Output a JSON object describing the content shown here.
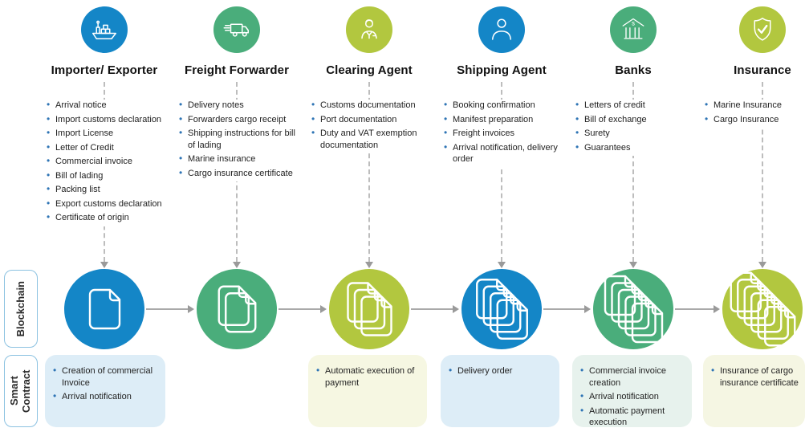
{
  "lanes": {
    "blockchain": "Blockchain",
    "smart_contract": "Smart Contract"
  },
  "colors": {
    "blue": "#1486c7",
    "green": "#4aad7b",
    "olive": "#b2c73f",
    "box_light_blue": "#ddedf7",
    "box_cream": "#f6f7e2",
    "box_pale_green": "#e7f2ed",
    "bullet_blue": "#2e74b5",
    "arrow_gray": "#9a9a9a",
    "lane_border_blue": "#8cc2e1"
  },
  "columns": [
    {
      "title": "Importer/ Exporter",
      "icon": "cargo-ship-icon",
      "circle_color": "#1486c7",
      "documents": [
        "Arrival notice",
        "Import customs declaration",
        "Import License",
        "Letter of Credit",
        "Commercial invoice",
        "Bill of lading",
        "Packing list",
        "Export customs declaration",
        "Certificate of origin"
      ],
      "blockchain_doc_count": 1,
      "smart_contract": [
        "Creation of commercial Invoice",
        "Arrival notification"
      ],
      "smart_contract_bg": "#ddedf7"
    },
    {
      "title": "Freight Forwarder",
      "icon": "delivery-truck-icon",
      "circle_color": "#4aad7b",
      "documents": [
        "Delivery notes",
        "Forwarders cargo receipt",
        "Shipping instructions for bill of lading",
        "Marine insurance",
        "Cargo insurance certificate"
      ],
      "blockchain_doc_count": 2,
      "smart_contract": null
    },
    {
      "title": "Clearing Agent",
      "icon": "customs-officer-icon",
      "circle_color": "#b2c73f",
      "documents": [
        "Customs documentation",
        "Port documentation",
        "Duty and VAT exemption documentation"
      ],
      "blockchain_doc_count": 3,
      "smart_contract": [
        "Automatic execution of payment"
      ],
      "smart_contract_bg": "#f6f7e2"
    },
    {
      "title": "Shipping Agent",
      "icon": "person-icon",
      "circle_color": "#1486c7",
      "documents": [
        "Booking confirmation",
        "Manifest preparation",
        "Freight invoices",
        "Arrival notification, delivery order"
      ],
      "blockchain_doc_count": 4,
      "smart_contract": [
        "Delivery order"
      ],
      "smart_contract_bg": "#ddedf7"
    },
    {
      "title": "Banks",
      "icon": "bank-icon",
      "circle_color": "#4aad7b",
      "documents": [
        "Letters of credit",
        "Bill of exchange",
        "Surety",
        "Guarantees"
      ],
      "blockchain_doc_count": 5,
      "smart_contract": [
        "Commercial invoice creation",
        "Arrival notification",
        "Automatic payment execution"
      ],
      "smart_contract_bg": "#e7f2ed"
    },
    {
      "title": "Insurance",
      "icon": "shield-check-icon",
      "circle_color": "#b2c73f",
      "documents": [
        "Marine Insurance",
        "Cargo Insurance"
      ],
      "blockchain_doc_count": 6,
      "smart_contract": [
        "Insurance of cargo insurance certificate"
      ],
      "smart_contract_bg": "#f5f6e3"
    }
  ]
}
